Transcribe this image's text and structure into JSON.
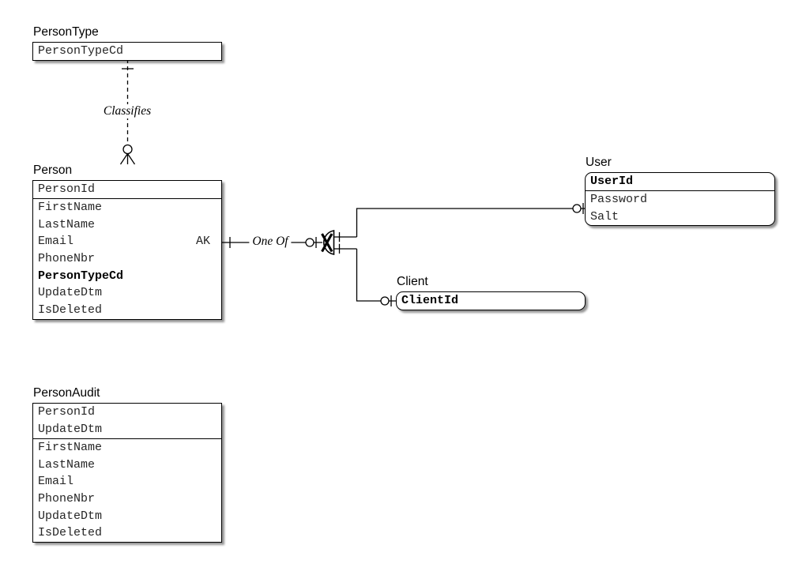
{
  "entities": {
    "person_type": {
      "title": "PersonType",
      "keys": [
        "PersonTypeCd"
      ],
      "attributes": []
    },
    "person": {
      "title": "Person",
      "keys": [
        "PersonId"
      ],
      "attributes": [
        "FirstName",
        "LastName",
        "Email",
        "PhoneNbr",
        "PersonTypeCd",
        "UpdateDtm",
        "IsDeleted"
      ],
      "ak_label": "AK"
    },
    "user": {
      "title": "User",
      "keys": [
        "UserId"
      ],
      "attributes": [
        "Password",
        "Salt"
      ]
    },
    "client": {
      "title": "Client",
      "keys": [
        "ClientId"
      ],
      "attributes": []
    },
    "person_audit": {
      "title": "PersonAudit",
      "keys": [
        "PersonId",
        "UpdateDtm"
      ],
      "attributes": [
        "FirstName",
        "LastName",
        "Email",
        "PhoneNbr",
        "UpdateDtm",
        "IsDeleted"
      ]
    }
  },
  "relationships": {
    "classifies": {
      "label": "Classifies",
      "from": "PersonType",
      "to": "Person",
      "line_style": "dashed",
      "from_symbol": "one-tick",
      "to_symbol": "zero-or-many-crowfoot"
    },
    "one_of": {
      "label": "One Of",
      "from": "Person",
      "to_1": "User",
      "to_2": "Client",
      "line_style": "solid",
      "from_symbol": "one-tick",
      "junction_symbol": "exclusive-or-arc",
      "to_symbol": "zero-or-one-circle-tick"
    }
  },
  "colors": {
    "line": "#000000",
    "box_fill": "#ffffff",
    "shadow": "#9e9e9e"
  }
}
